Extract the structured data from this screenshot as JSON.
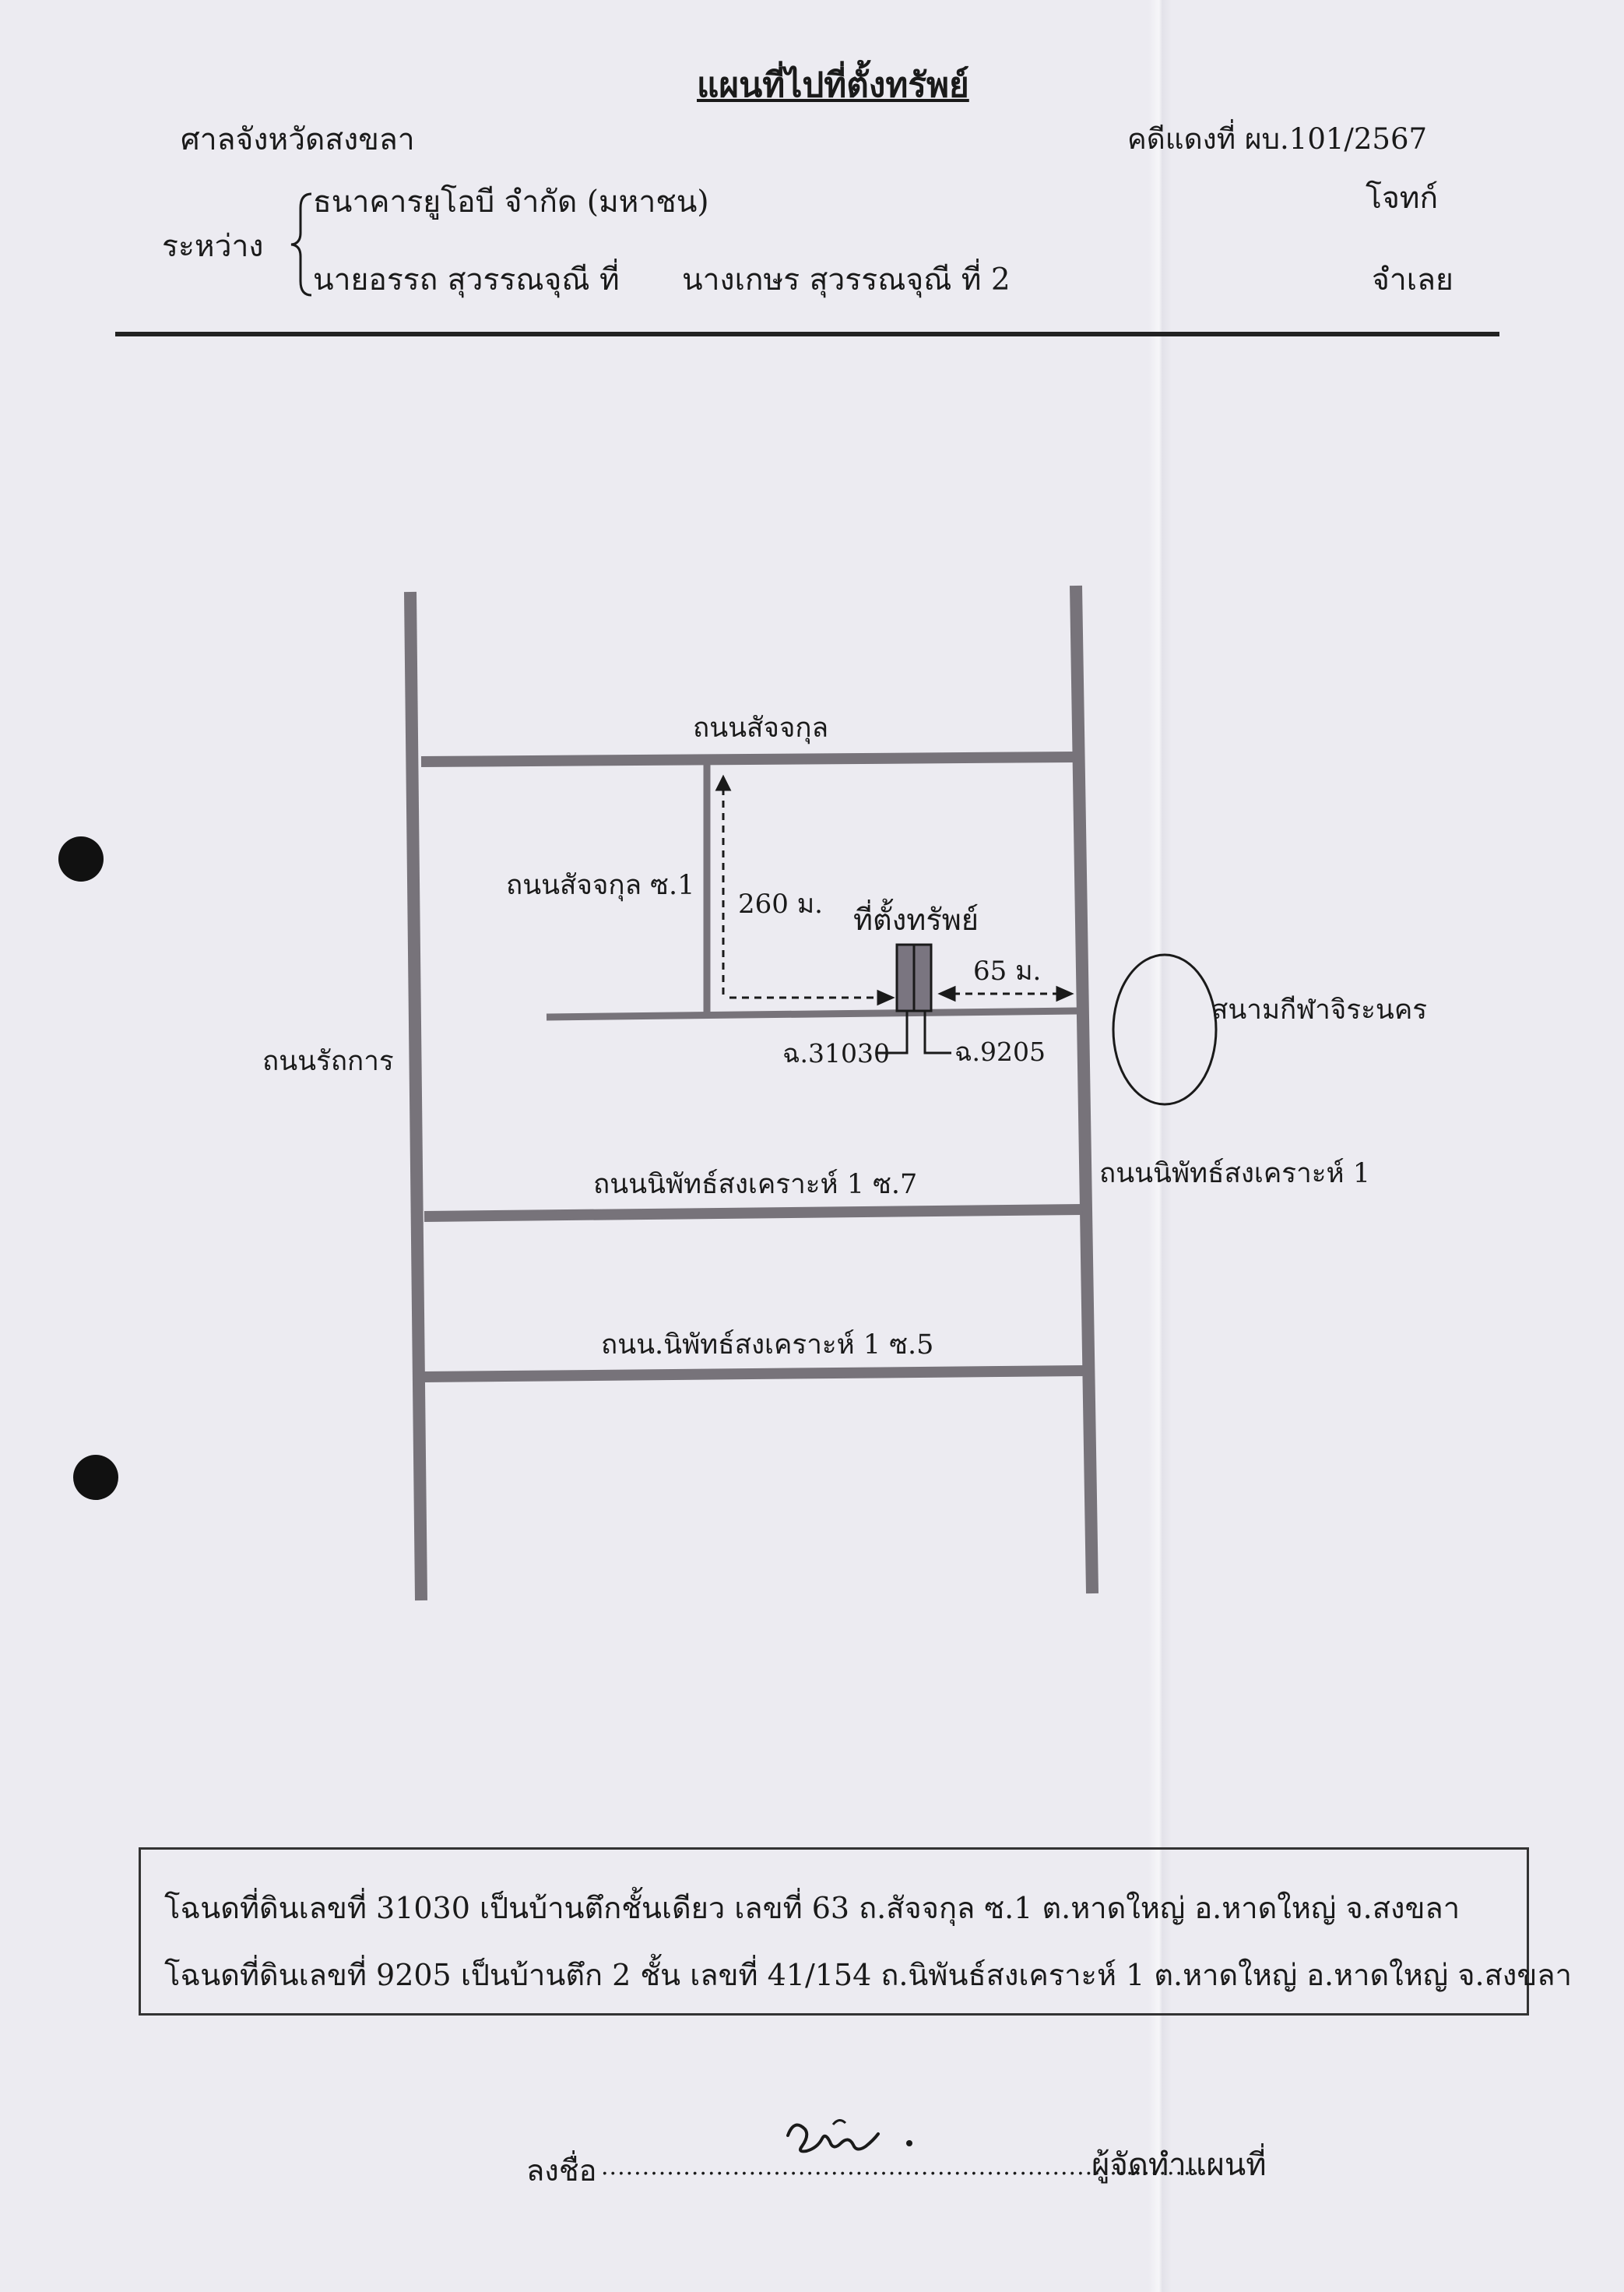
{
  "header": {
    "title": "แผนที่ไปที่ตั้งทรัพย์",
    "court": "ศาลจังหวัดสงขลา",
    "case_no": "คดีแดงที่ ผบ.101/2567",
    "between_label": "ระหว่าง",
    "plaintiff": "ธนาคารยูโอบี จำกัด (มหาชน)",
    "plaintiff_role": "โจทก์",
    "defendant_1": "นายอรรถ สุวรรณจุณี ที่",
    "defendant_2": "นางเกษร สุวรรณจุณี ที่ 2",
    "defendant_role": "จำเลย"
  },
  "map": {
    "roads": {
      "top": "ถนนสัจจกุล",
      "soi1": "ถนนสัจจกุล ซ.1",
      "left": "ถนนรัถการ",
      "right": "ถนนนิพัทธ์สงเคราะห์ 1",
      "soi7": "ถนนนิพัทธ์สงเคราะห์ 1 ซ.7",
      "soi5": "ถนน.นิพัทธ์สงเคราะห์ 1 ซ.5"
    },
    "property_label": "ที่ตั้งทรัพย์",
    "distance_north": "260 ม.",
    "distance_east": "65 ม.",
    "deed_left": "ฉ.31030",
    "deed_right": "ฉ.9205",
    "landmark": "สนามกีฬาจิระนคร"
  },
  "description": {
    "line1": "โฉนดที่ดินเลขที่ 31030 เป็นบ้านตึกชั้นเดียว เลขที่ 63 ถ.สัจจกุล ซ.1 ต.หาดใหญ่ อ.หาดใหญ่ จ.สงขลา",
    "line2": "โฉนดที่ดินเลขที่ 9205 เป็นบ้านตึก 2 ชั้น เลขที่ 41/154 ถ.นิพันธ์สงเคราะห์ 1 ต.หาดใหญ่ อ.หาดใหญ่ จ.สงขลา"
  },
  "footer": {
    "sign_label": "ลงชื่อ",
    "dots": "..........................................................................",
    "role": "ผู้จัดทำแผนที่"
  },
  "colors": {
    "road": "#77737a",
    "ink": "#1a1a1a",
    "paper": "#ecebf1"
  }
}
